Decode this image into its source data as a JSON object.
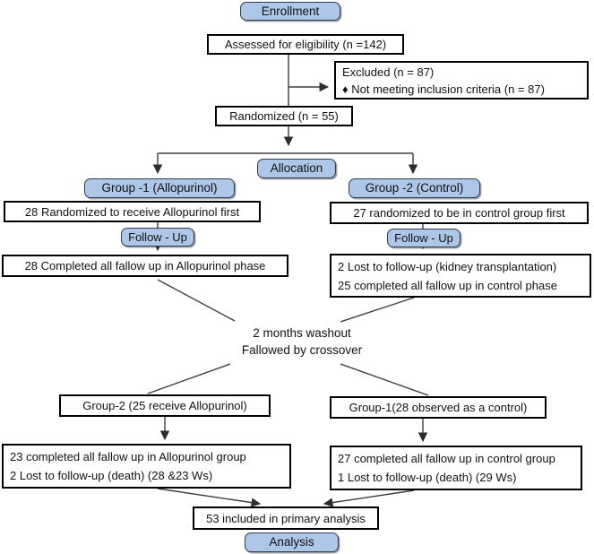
{
  "colors": {
    "stage_fill": "#aec6e8",
    "stage_border": "#2e3c4e",
    "box_border": "#000000",
    "connector": "#3d3d3d",
    "background": "#ffffff"
  },
  "stages": {
    "enrollment": "Enrollment",
    "allocation": "Allocation",
    "followup_left": "Follow - Up",
    "followup_right": "Follow - Up",
    "analysis": "Analysis"
  },
  "flow": {
    "assessed": "Assessed for eligibility (n =142)",
    "excluded": {
      "line1": "Excluded (n = 87)",
      "line2": "♦ Not meeting inclusion criteria (n = 87)"
    },
    "randomized": "Randomized (n = 55)",
    "group1": {
      "label": "Group -1 (Allopurinol)",
      "assign": "28 Randomized to receive Allopurinol first",
      "completed": "28 Completed all fallow up in Allopurinol phase"
    },
    "group2": {
      "label": "Group -2 (Control)",
      "assign": "27 randomized to be in control group first",
      "result": {
        "line1": "2 Lost to follow-up (kidney transplantation)",
        "line2": "25 completed all fallow up in control phase"
      }
    },
    "washout": {
      "line1": "2 months washout",
      "line2": "Fallowed by crossover"
    },
    "crossover": {
      "group2": {
        "label": "Group-2 (25 receive Allopurinol)",
        "result": {
          "line1": "23 completed all fallow up in Allopurinol group",
          "line2": "2 Lost to follow-up (death) (28 &23 Ws)"
        }
      },
      "group1": {
        "label": "Group-1(28 observed as a control)",
        "result": {
          "line1": "27 completed all fallow up in control group",
          "line2": "1 Lost to follow-up (death) (29 Ws)"
        }
      }
    },
    "analysis_box": "53 included in primary analysis"
  }
}
